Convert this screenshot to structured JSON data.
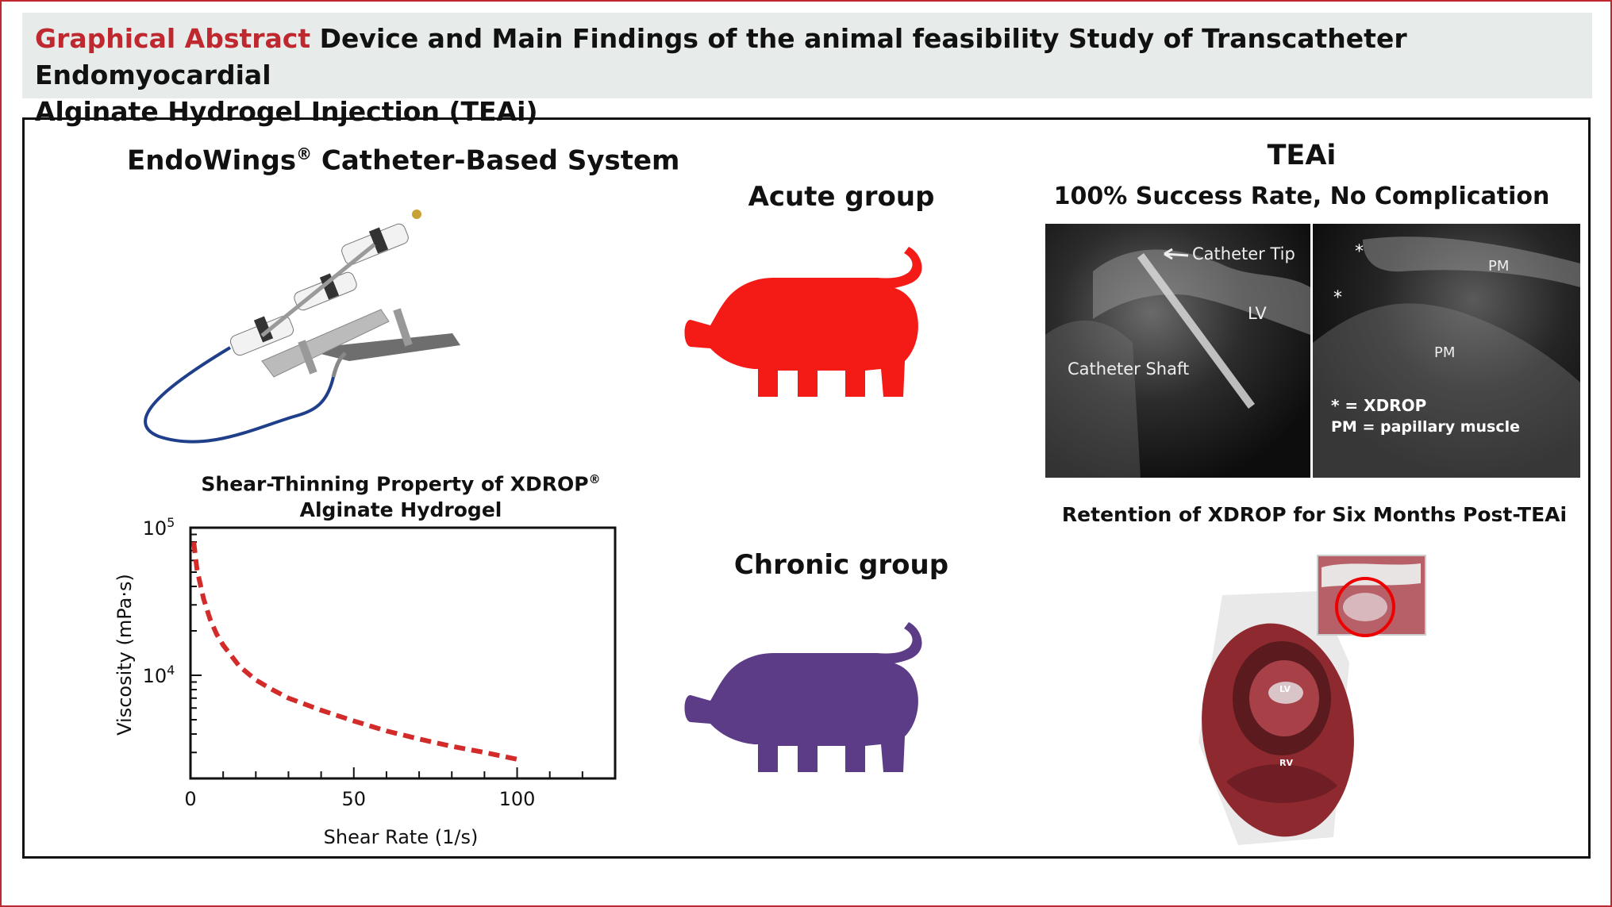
{
  "header": {
    "label": "Graphical Abstract",
    "title_line1": "Device and Main Findings of the animal feasibility Study of Transcatheter Endomyocardial",
    "title_line2": "Alginate Hydrogel Injection (TEAi)"
  },
  "device": {
    "title": "EndoWings",
    "registered": "®",
    "title_rest": " Catheter-Based System"
  },
  "chart_heading": {
    "line1": "Shear-Thinning Property of XDROP",
    "registered": "®",
    "line2": "Alginate Hydrogel"
  },
  "groups": {
    "acute": {
      "label": "Acute group",
      "color": "#f41a16"
    },
    "chronic": {
      "label": "Chronic group",
      "color": "#5c3b87"
    }
  },
  "teai": {
    "title": "TEAi",
    "subtitle": "100% Success Rate, No Complication",
    "echo_left": {
      "catheter_tip": "Catheter Tip",
      "lv": "LV",
      "catheter_shaft": "Catheter Shaft"
    },
    "echo_right": {
      "pm_top": "PM",
      "pm_mid": "PM",
      "star1": "*",
      "star2": "*",
      "legend1": "* = XDROP",
      "legend2": "PM =  papillary muscle"
    }
  },
  "retention": {
    "title": "Retention of XDROP for Six Months Post-TEAi",
    "lv": "LV",
    "rv": "RV"
  },
  "chart_data": {
    "type": "line",
    "title": "Shear-Thinning Property of XDROP® Alginate Hydrogel",
    "xlabel": "Shear Rate (1/s)",
    "ylabel": "Viscosity (mPa·s)",
    "x_scale": "linear",
    "y_scale": "log",
    "xlim": [
      0,
      130
    ],
    "ylim": [
      2000,
      100000
    ],
    "x_ticks": [
      "0",
      "50",
      "100"
    ],
    "y_ticks": [
      {
        "base": "10",
        "exp": "5"
      },
      {
        "base": "10",
        "exp": "4"
      }
    ],
    "style": "dashed",
    "color": "#d32a2a",
    "series": [
      {
        "x": [
          1,
          2,
          4,
          6,
          8,
          10,
          15,
          20,
          25,
          30,
          40,
          50,
          60,
          70,
          80,
          90,
          100
        ],
        "y": [
          80000,
          52000,
          33000,
          24000,
          19000,
          16000,
          11500,
          9300,
          8000,
          7000,
          5800,
          4900,
          4200,
          3700,
          3300,
          3000,
          2700
        ]
      }
    ]
  }
}
